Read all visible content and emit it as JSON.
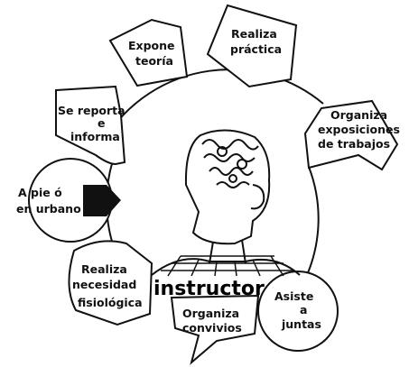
{
  "center_label": "instructor",
  "activities": {
    "expone_teoria": [
      "Expone",
      "teoría"
    ],
    "realiza_practica": [
      "Realiza",
      "práctica"
    ],
    "organiza_exposiciones": [
      "Organiza",
      "exposiciones",
      "de trabajos"
    ],
    "asiste_juntas": [
      "Asiste",
      "a",
      "juntas"
    ],
    "organiza_convivios": [
      "Organiza",
      "convivios"
    ],
    "realiza_necesidad": [
      "Realiza",
      "necesidad",
      "fisiológica"
    ],
    "a_pie": [
      "A pie ó",
      "en urbano"
    ],
    "se_reporta": [
      "Se reporta",
      "e",
      "informa"
    ]
  },
  "colors": {
    "ink": "#111111",
    "paper": "#ffffff"
  }
}
